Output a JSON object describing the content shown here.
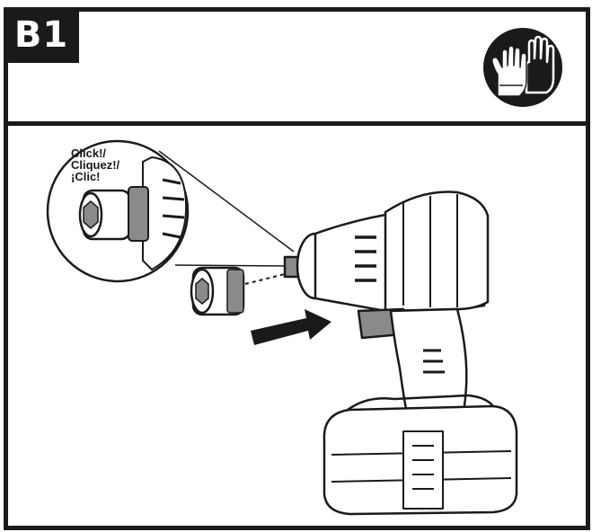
{
  "step": {
    "label": "B1"
  },
  "ppe": {
    "icon": "safety-gloves-icon",
    "bg": "#1a1a1a"
  },
  "callout": {
    "lines": [
      "Click!/",
      "Cliquez!/",
      "¡Clic!"
    ]
  },
  "colors": {
    "ink": "#1a1a1a",
    "paper": "#ffffff",
    "shade": "#8a8a8a"
  },
  "illustration": {
    "tool": "impact-driver-icon",
    "socket": "impact-socket-icon",
    "arrow": "insertion-arrow-icon"
  }
}
